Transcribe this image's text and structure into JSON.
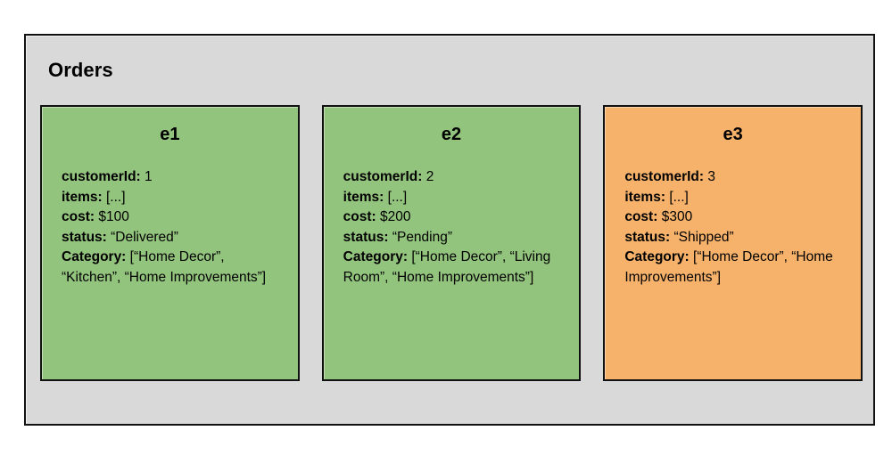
{
  "panel": {
    "title": "Orders",
    "background_color": "#d9d9d9",
    "border_color": "#111111"
  },
  "colors": {
    "green_card": "#93c47d",
    "orange_card": "#f6b26b",
    "panel_gray": "#d9d9d9",
    "border": "#111111",
    "text": "#000000"
  },
  "cards": [
    {
      "title": "e1",
      "color": "#93c47d",
      "fields": [
        {
          "key": "customerId:",
          "value": "1"
        },
        {
          "key": "items:",
          "value": "[...]"
        },
        {
          "key": "cost:",
          "value": "$100"
        },
        {
          "key": "status:",
          "value": "“Delivered”"
        },
        {
          "key": "Category:",
          "value": "[“Home Decor”, “Kitchen”, “Home Improvements”]"
        }
      ]
    },
    {
      "title": "e2",
      "color": "#93c47d",
      "fields": [
        {
          "key": "customerId:",
          "value": "2"
        },
        {
          "key": "items:",
          "value": "[...]"
        },
        {
          "key": "cost:",
          "value": "$200"
        },
        {
          "key": "status:",
          "value": "“Pending”"
        },
        {
          "key": "Category:",
          "value": "[“Home Decor”, “Living Room”, “Home Improvements”]"
        }
      ]
    },
    {
      "title": "e3",
      "color": "#f6b26b",
      "fields": [
        {
          "key": "customerId:",
          "value": "3"
        },
        {
          "key": "items:",
          "value": "[...]"
        },
        {
          "key": "cost:",
          "value": "$300"
        },
        {
          "key": "status:",
          "value": "“Shipped”"
        },
        {
          "key": "Category:",
          "value": "[“Home Decor”, “Home Improvements”]"
        }
      ]
    }
  ]
}
